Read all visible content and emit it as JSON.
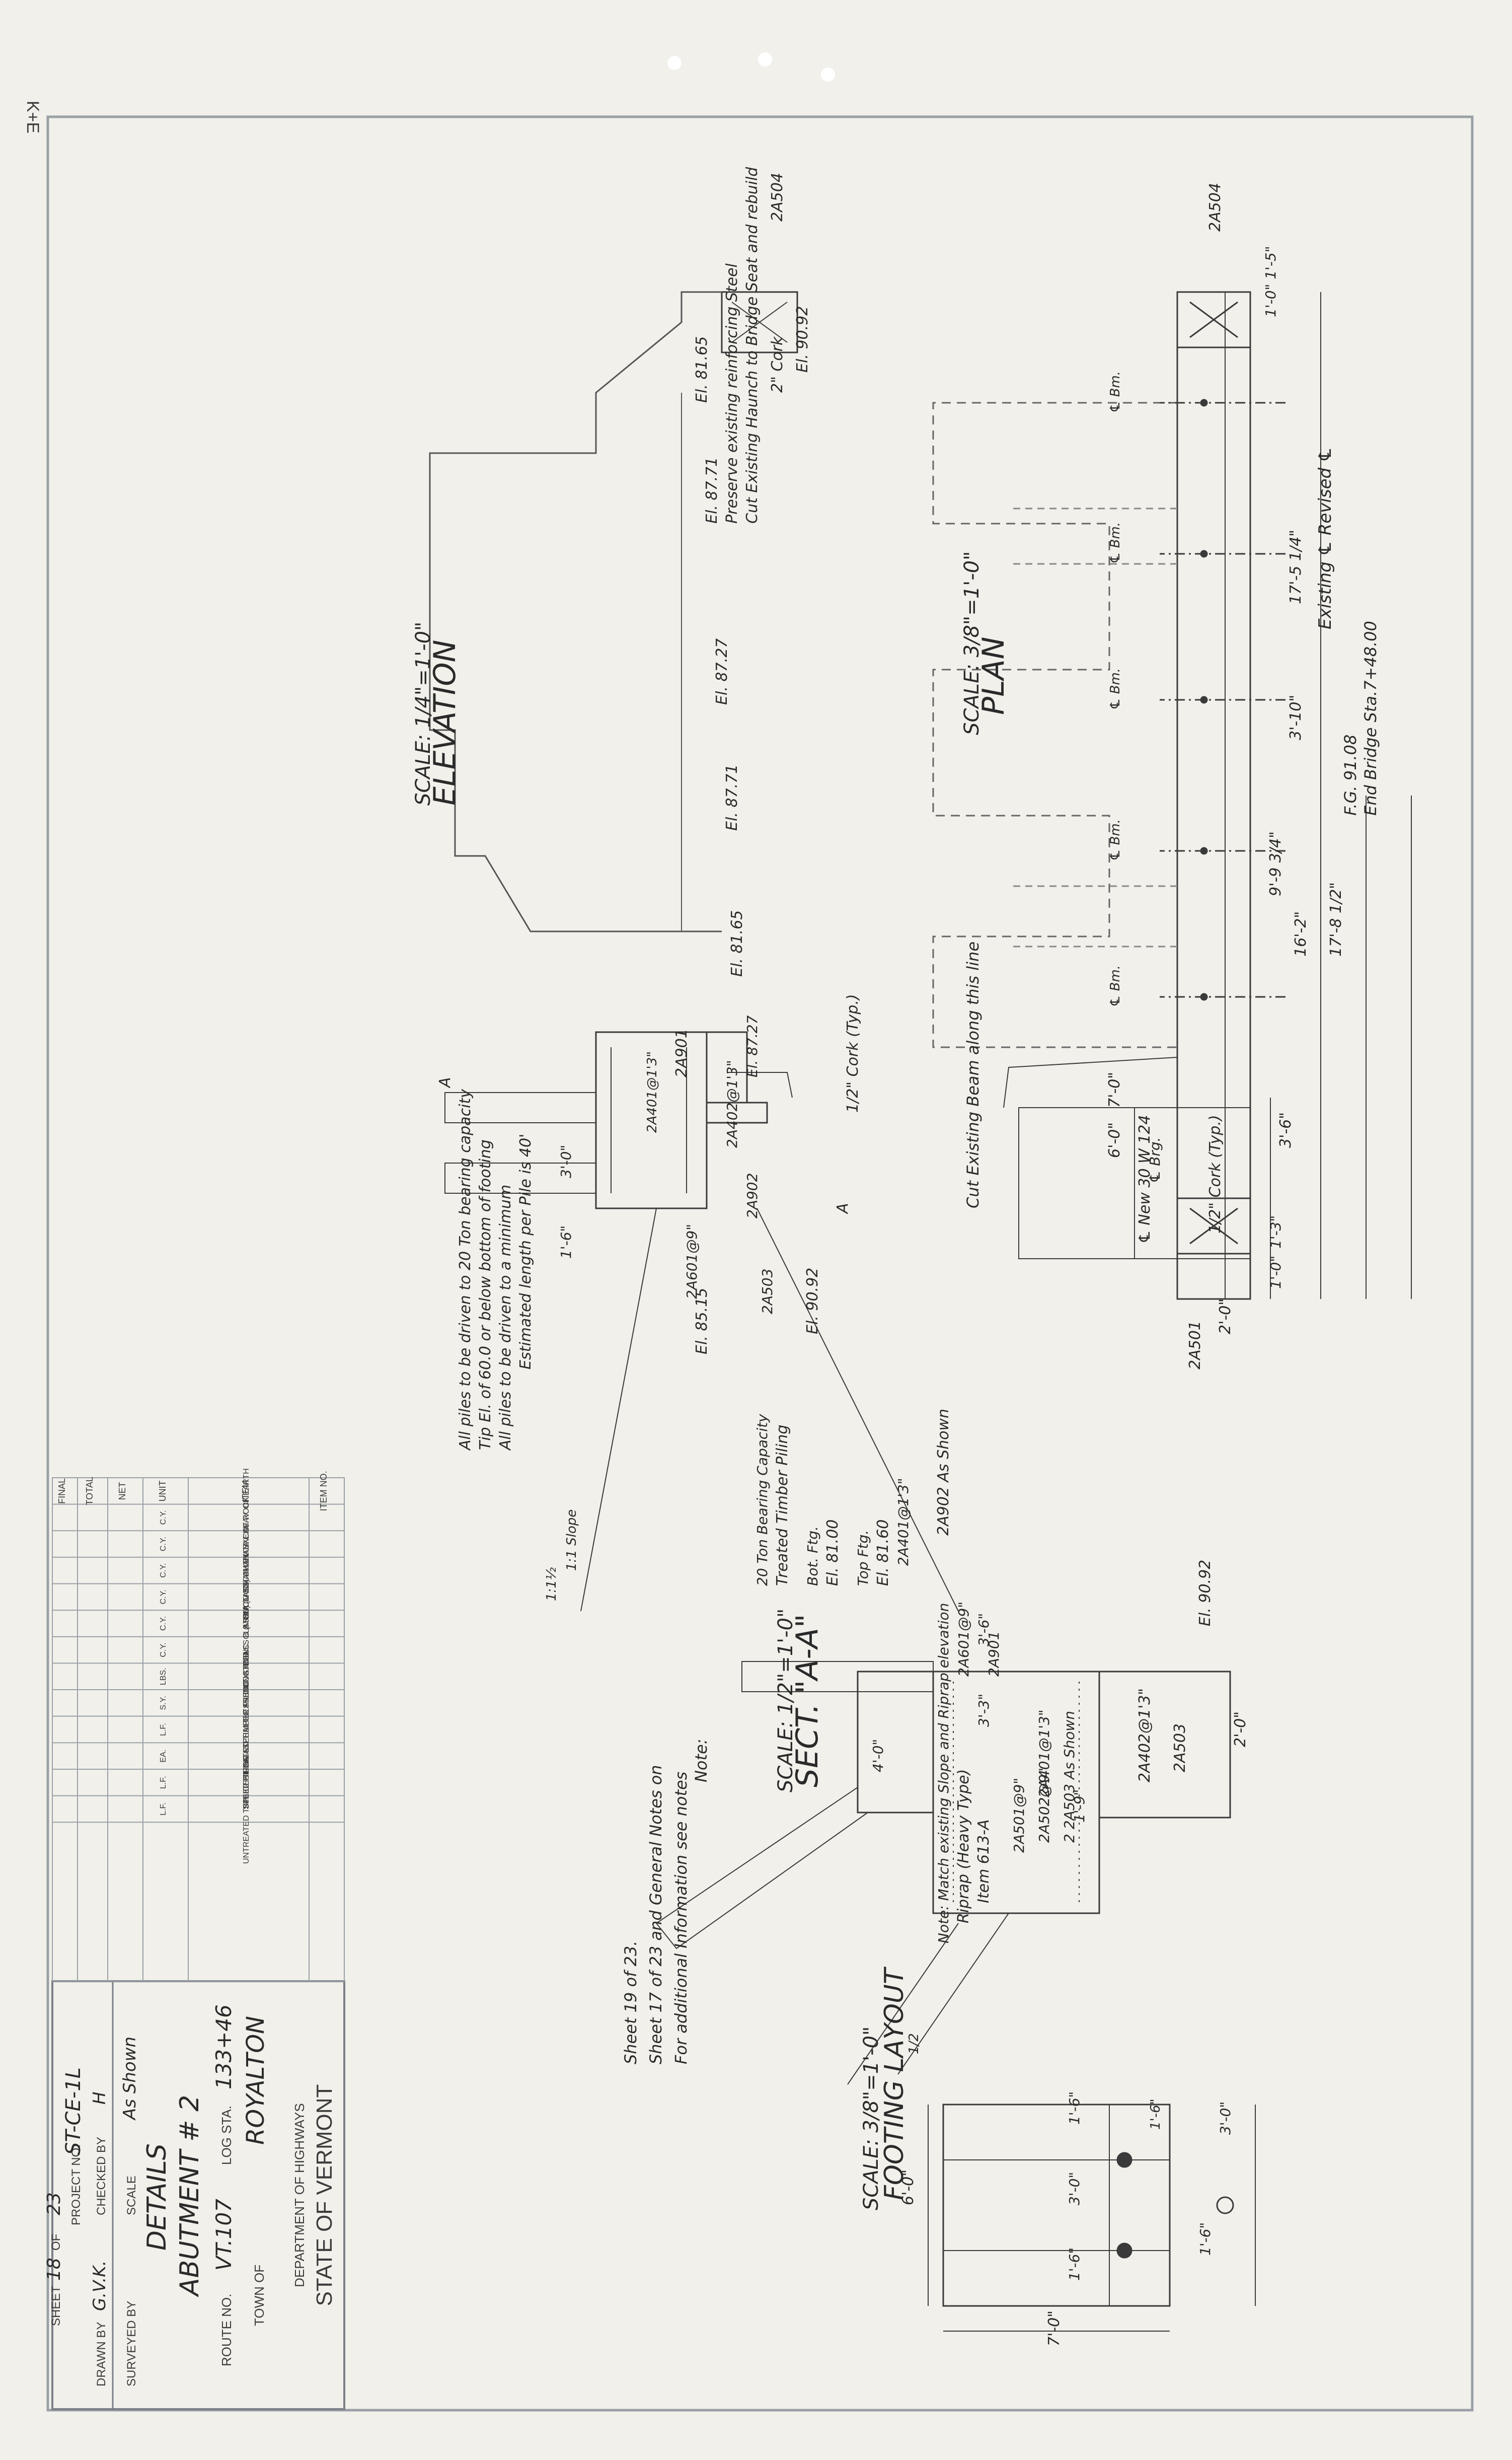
{
  "sheet_mark": "K+E",
  "title_block": {
    "state": "STATE OF VERMONT",
    "department": "DEPARTMENT OF HIGHWAYS",
    "town_label": "TOWN OF",
    "town": "ROYALTON",
    "route_label": "ROUTE NO.",
    "route": "VT.107",
    "log_sta_label": "LOG STA.",
    "log_sta": "133+46",
    "title1": "ABUTMENT # 2",
    "title2": "DETAILS",
    "scale_label": "SCALE",
    "scale": "As Shown",
    "surveyed_label": "SURVEYED BY",
    "drawn_label": "DRAWN BY",
    "drawn_by": "G.V.K.",
    "checked_label": "CHECKED BY",
    "checked_by": "H",
    "project_label": "PROJECT NO.",
    "project": "ST-CE-1L",
    "sheet_label": "SHEET",
    "sheet": "18",
    "of_label": "OF",
    "of": "23"
  },
  "quantities_table": {
    "headers": [
      "ITEM NO.",
      "ITEM",
      "UNIT",
      "NET",
      "TOTAL",
      "FINAL"
    ],
    "rows": [
      [
        "",
        "CHAN. EXCAV. OF EARTH",
        "C.Y."
      ],
      [
        "",
        "CHAN. EXCAV. OF ROCK",
        "C.Y."
      ],
      [
        "",
        "UNCLASS. CHAN. EXCAV.",
        "C.Y."
      ],
      [
        "",
        "STRUCT. EXCAV.",
        "C.Y."
      ],
      [
        "",
        "CONC. CLASS A (MOD)",
        "C.Y."
      ],
      [
        "",
        "CONC. CLASS B (MOD)",
        "C.Y."
      ],
      [
        "",
        "REINF. STEEL",
        "LBS."
      ],
      [
        "",
        "ASPHALTIC ASB. COATING",
        "S.Y."
      ],
      [
        "",
        "TREATED TIMBER PILING",
        "L.F."
      ],
      [
        "",
        "SPLICES FOR STEEL PILES",
        "EA."
      ],
      [
        "",
        "STEEL PILING",
        "L.F."
      ],
      [
        "",
        "UNTREATED TIMBER PILING",
        "L.F."
      ]
    ]
  },
  "plan": {
    "title": "PLAN",
    "scale": "SCALE: 3/8\"=1'-0\"",
    "labels": {
      "bar_2a504": "2A504",
      "existing_cl": "Existing ℄ Revised ℄",
      "end_bridge": "End Bridge Sta.7+48.00",
      "fg": "F.G. 91.08",
      "dim_17_5": "17'-5 1/4\"",
      "dim_3_10": "3'-10\"",
      "dim_9_9": "9'-9 3/4\"",
      "dim_16_2": "16'-2\"",
      "dim_17_8": "17'-8 1/2\"",
      "dim_7_0": "7'-0\"",
      "dim_6_0": "6'-0\"",
      "dim_3_6": "3'-6\"",
      "dim_2_0": "2'-0\"",
      "dim_1_3": "1'-3\"",
      "dim_1_0": "1'-0\"",
      "dim_top": "1'-0\" 1'-5\"",
      "brg": "℄ Brg.",
      "beam": "℄ New 30 W 124",
      "cork": "1/2\" Cork (Typ.)",
      "cut_beam": "Cut Existing Beam along this line",
      "bar_2a501": "2A501",
      "bm": "℄ Bm."
    }
  },
  "elevation": {
    "title": "ELEVATION",
    "scale": "SCALE: 1/4\"=1'-0\"",
    "labels": {
      "bar_2a504": "2A504",
      "el_top": "El. 90.92",
      "cork": "2\" Cork",
      "cut_haunch": "Cut Existing Haunch to Bridge Seat and rebuild",
      "preserve": "Preserve existing reinforcing Steel",
      "el_8165a": "El. 81.65",
      "el_8771": "El. 87.71",
      "el_8727": "El. 87.27",
      "el_8771b": "El. 87.71",
      "el_8165b": "El. 81.65",
      "bar_2a901": "2A901",
      "el_8727b": "El. 87.27",
      "cork_typ": "1/2\" Cork (Typ.)",
      "bar_2a902": "2A902",
      "bar_2a503": "2A503",
      "bar_2a402": "2A402@1'3\"",
      "bar_2a601": "2A601@9\"",
      "bar_2a401": "2A401@1'3\"",
      "el_9092": "El. 90.92",
      "el_8515": "El. 85.15",
      "dim_3_0": "3'-0\"",
      "dim_1_6": "1'-6\"",
      "section_a": "A",
      "note_pile": "Estimated length per Pile is 40'",
      "note_min": "All piles to be driven to a minimum",
      "note_tip": "Tip El. of 60.0 or below bottom of footing",
      "note_bearing": "All piles to be driven to 20 Ton bearing capacity",
      "slope": "1:1 Slope",
      "slope2": "1:1½"
    }
  },
  "section": {
    "title": "SECT. \"A-A\"",
    "scale": "SCALE: 1/2\"=1'-0\"",
    "labels": {
      "el_top": "El. 90.92",
      "dim_2_0": "2'-0\"",
      "bar_2a503": "2A503",
      "bar_2a402": "2A402@1'3\"",
      "bar_2a902": "2A902 As Shown",
      "bar_2a901": "2A901",
      "bar_2a401": "2A401@1'3\"",
      "bar_2a601a": "2A601@9\"",
      "bar_2a401b": "2A401@1'3\"",
      "bar_2a503b": "2 2A503 As Shown",
      "bar_2a502": "2A502@9\"",
      "bar_2a501": "2A501@9\"",
      "el_8160": "El. 81.60",
      "top_ftg": "Top Ftg.",
      "el_8160b": "El. 81.00",
      "bot_ftg": "Bot. Ftg.",
      "timber": "Treated Timber Piling",
      "capacity": "20 Ton Bearing Capacity",
      "dim_3_6": "3'-6\"",
      "dim_3_3": "3'-3\"",
      "dim_4_0": "4'-0\"",
      "dim_1_9": "1'-9\"",
      "item": "Item 613-A",
      "riprap": "Riprap (Heavy Type)",
      "note_slope": "Note: Match existing Slope and Riprap elevation",
      "ratio": "1/2"
    }
  },
  "footing": {
    "title": "FOOTING LAYOUT",
    "scale": "SCALE: 3/8\"=1'-0\"",
    "dim_3_0": "3'-0\"",
    "dim_1_6a": "1'-6\"",
    "dim_1_6b": "1'-6\"",
    "dim_3_0b": "3'-0\"",
    "dim_1_6c": "1'-6\"",
    "dim_6_0": "6'-0\"",
    "dim_7_0": "7'-0\"",
    "dim_1_6d": "1'-6\""
  },
  "note": {
    "heading": "Note:",
    "line1": "For additional Information see notes",
    "line2": "Sheet 17 of 23 and General Notes on",
    "line3": "Sheet 19 of 23."
  }
}
